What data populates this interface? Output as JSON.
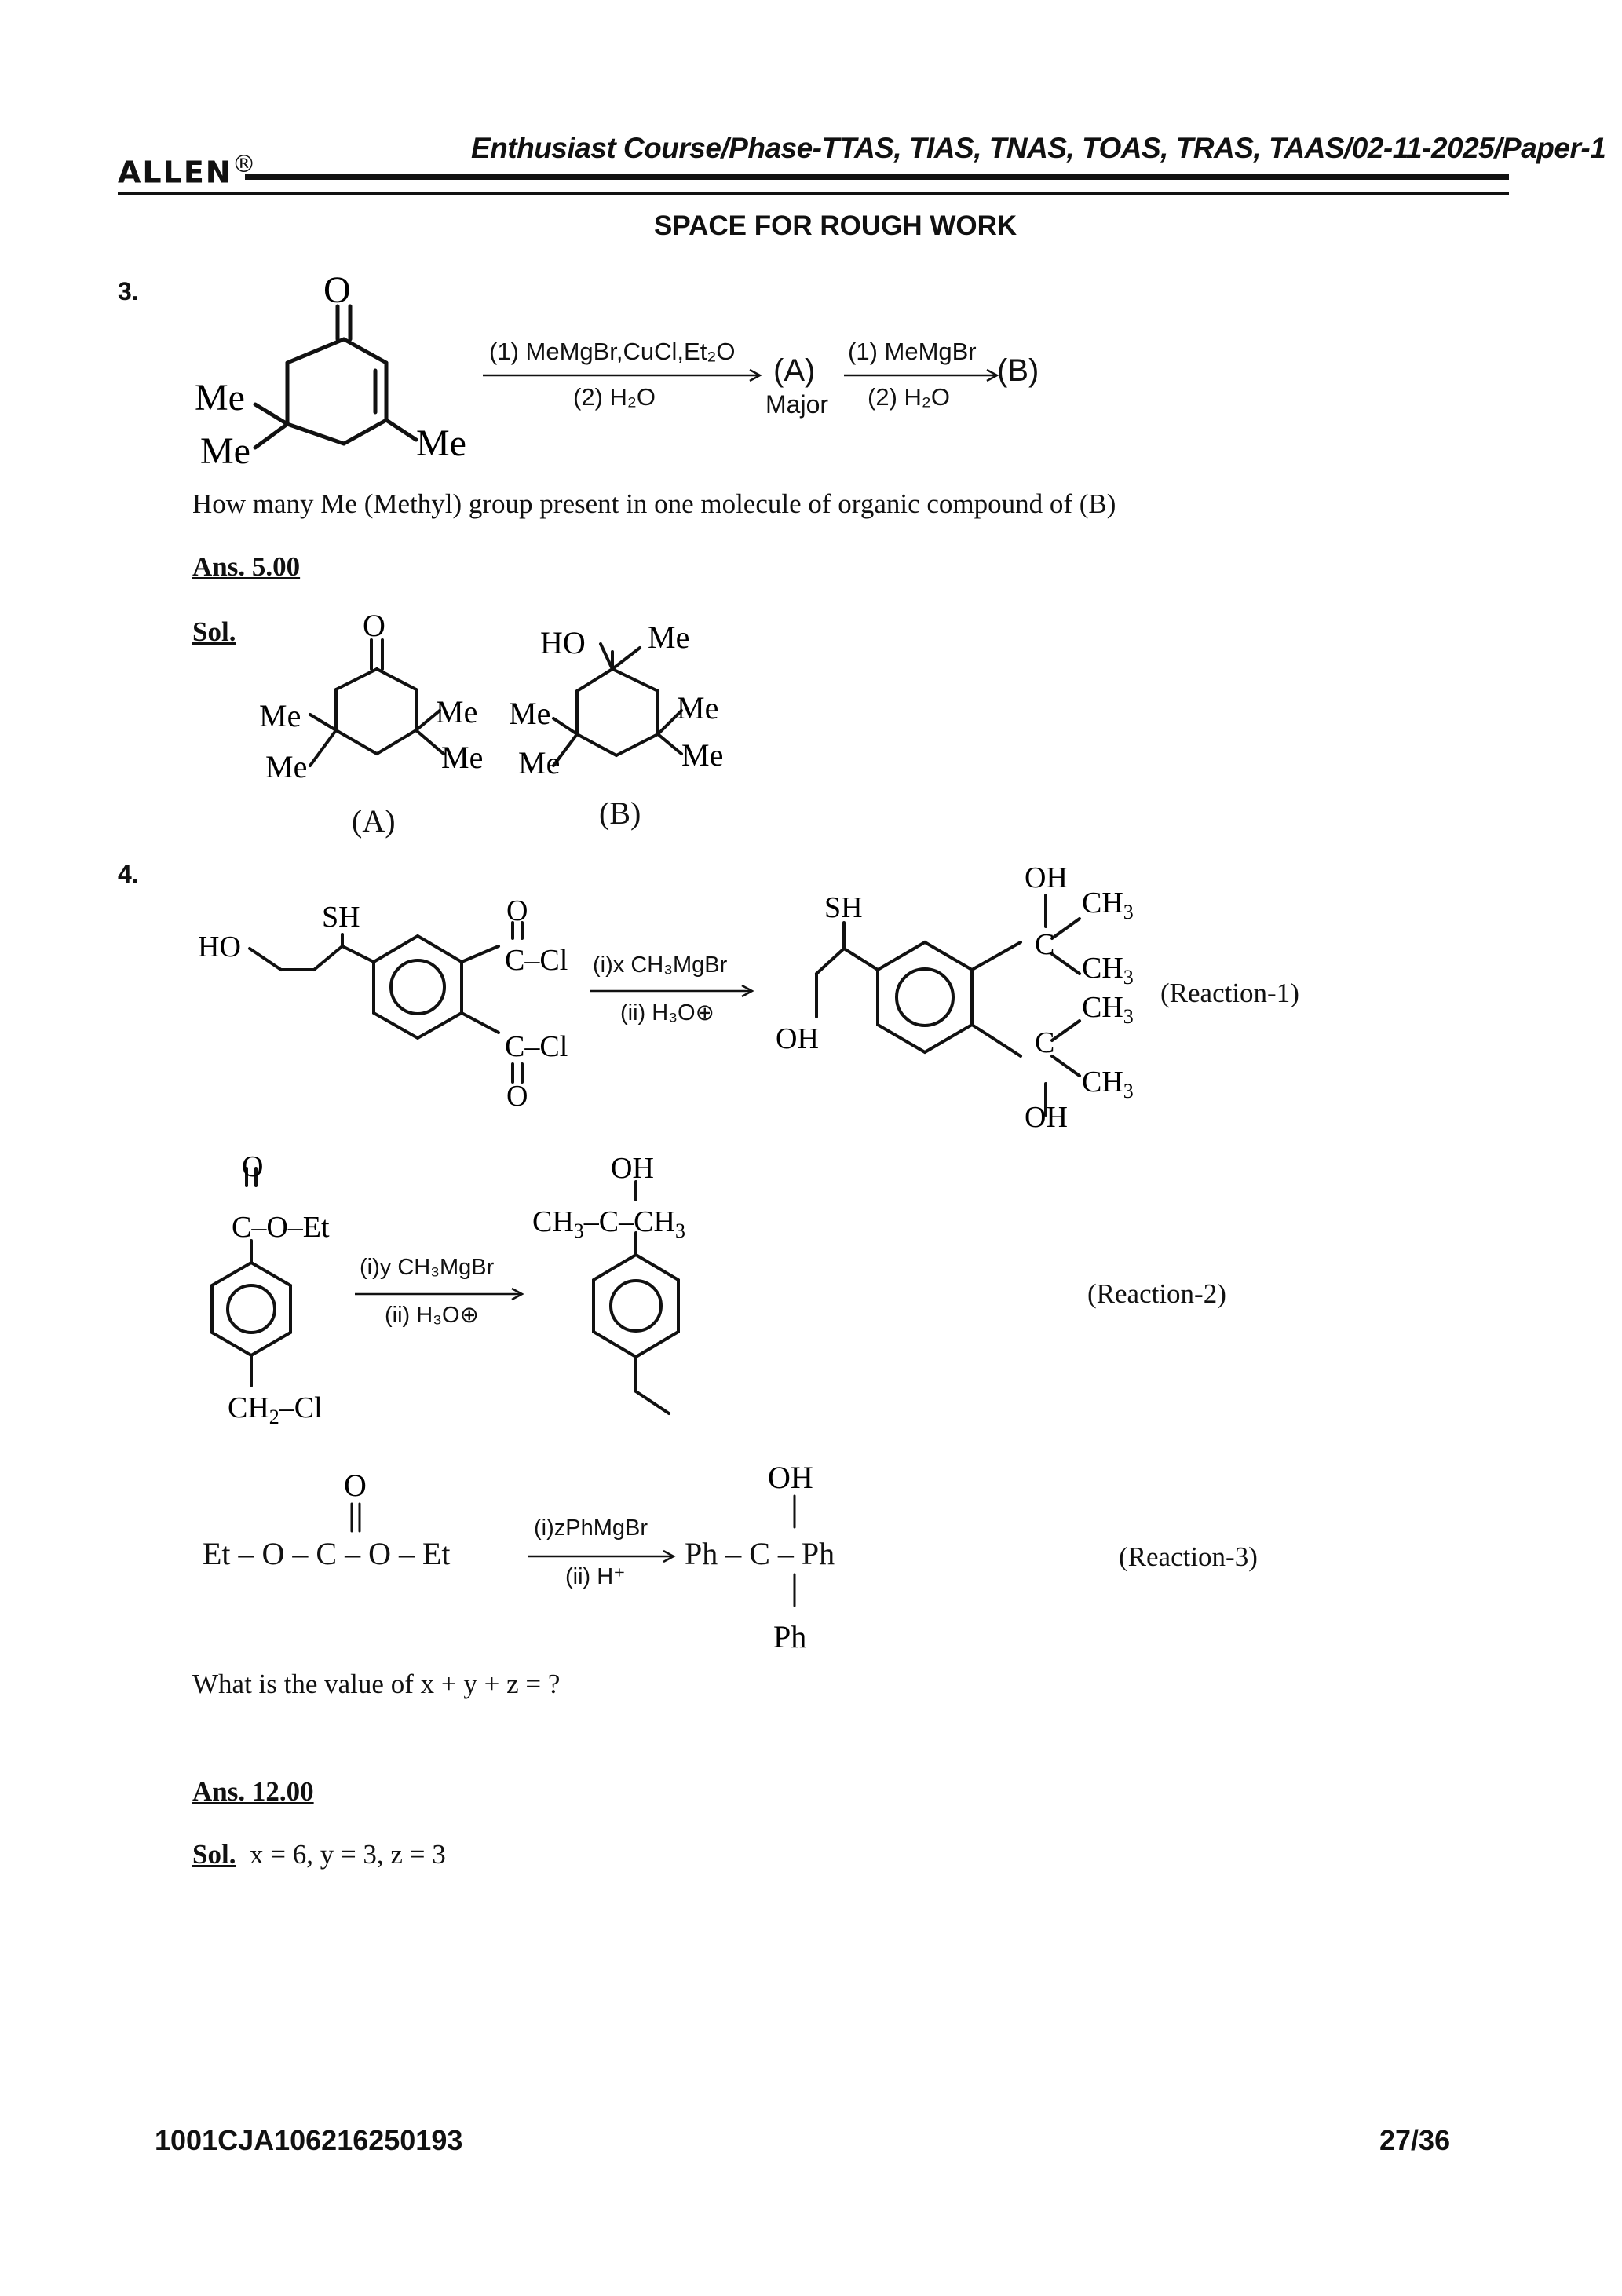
{
  "header": {
    "course_line": "Enthusiast Course/Phase-TTAS, TIAS, TNAS, TOAS, TRAS, TAAS/02-11-2025/Paper-1",
    "logo_text": "ALLEN",
    "logo_mark": "®",
    "rough_work": "SPACE FOR ROUGH WORK"
  },
  "q3": {
    "number": "3.",
    "reagent1_top": "(1) MeMgBr,CuCl,Et₂O",
    "reagent1_bottom": "(2) H₂O",
    "product_a": "(A)",
    "major": "Major",
    "reagent2_top": "(1) MeMgBr",
    "reagent2_bottom": "(2) H₂O",
    "product_b": "(B)",
    "question": "How many Me (Methyl) group present in one molecule of organic compound of (B)",
    "ans_label": "Ans. 5.00",
    "sol_label": "Sol.",
    "label_a": "(A)",
    "label_b": "(B)"
  },
  "q4": {
    "number": "4.",
    "r1_reagent_top": "(i)x CH₃MgBr",
    "r1_reagent_bottom": "(ii) H₃O⊕",
    "r1_label": "(Reaction-1)",
    "r2_reagent_top": "(i)y CH₃MgBr",
    "r2_reagent_bottom": "(ii) H₃O⊕",
    "r2_label": "(Reaction-2)",
    "r3_reactant": "Et – O – C – O – Et",
    "r3_reagent_top": "(i)zPhMgBr",
    "r3_reagent_bottom": "(ii) H⁺",
    "r3_product": "Ph – C – Ph",
    "r3_label": "(Reaction-3)",
    "question": "What is the value of x + y + z = ?",
    "ans_label": "Ans. 12.00",
    "sol_label": "Sol.",
    "sol_text": "x = 6, y = 3, z = 3"
  },
  "footer": {
    "code": "1001CJA106216250193",
    "page": "27/36"
  }
}
